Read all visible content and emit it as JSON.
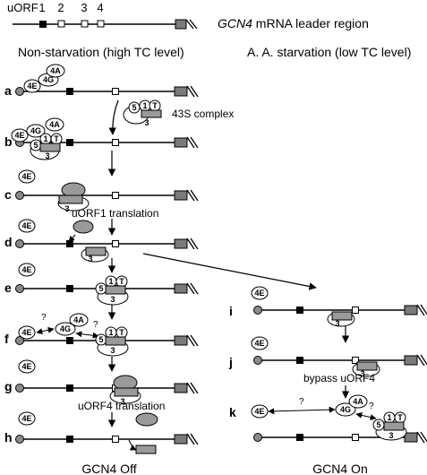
{
  "header": {
    "uorf_label": "uORF",
    "uorf_numbers": [
      "1",
      "2",
      "3",
      "4"
    ],
    "mrna_gene": "GCN4",
    "mrna_suffix": " mRNA leader region"
  },
  "conditions": {
    "left": "Non-starvation (high TC level)",
    "right": "A. A. starvation (low TC level)"
  },
  "panel_letters": [
    "a",
    "b",
    "c",
    "d",
    "e",
    "f",
    "g",
    "h",
    "i",
    "j",
    "k"
  ],
  "factors": {
    "eif4e": "4E",
    "eif4g": "4G",
    "eif4a": "4A",
    "eif5": "5",
    "eif1": "1",
    "ternary": "T",
    "eif3": "3"
  },
  "annotations": {
    "complex_43s": "43S complex",
    "uorf1_translation": "uORF1 translation",
    "uorf4_translation": "uORF4 translation",
    "bypass": "bypass uORF4",
    "question": "?"
  },
  "outcomes": {
    "left": "GCN4 Off",
    "right": "GCN4 On"
  },
  "colors": {
    "uorf1": "#000000",
    "uorf_hollow": "#ffffff",
    "ribosome_grey": "#9a9a9a",
    "cds_grey": "#7a7a7a",
    "cap": "#8a8a8a",
    "line": "#000000"
  }
}
